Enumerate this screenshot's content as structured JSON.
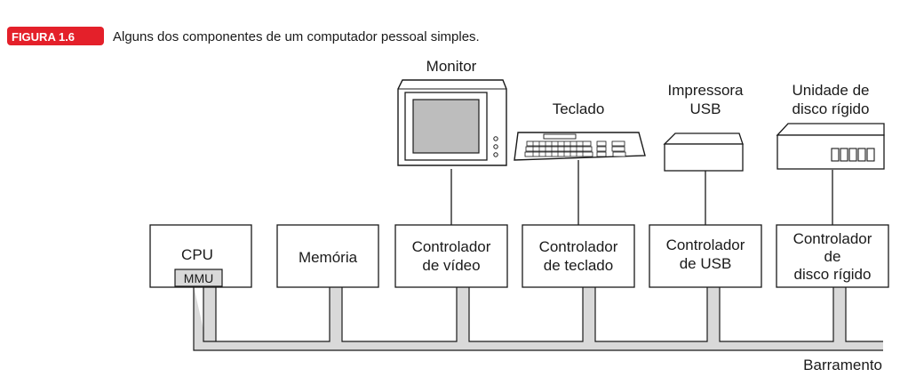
{
  "caption": {
    "tag": "FIGURA 1.6",
    "text": "Alguns dos componentes de um computador pessoal simples."
  },
  "devices": {
    "monitor": "Monitor",
    "keyboard": "Teclado",
    "printer": [
      "Impressora",
      "USB"
    ],
    "disk": [
      "Unidade de",
      "disco rígido"
    ]
  },
  "controllers": {
    "cpu": "CPU",
    "mmu": "MMU",
    "memory": "Memória",
    "video": [
      "Controlador",
      "de vídeo"
    ],
    "keyboard": [
      "Controlador",
      "de teclado"
    ],
    "usb": [
      "Controlador",
      "de USB"
    ],
    "disk": [
      "Controlador",
      "de",
      "disco rígido"
    ]
  },
  "bus": {
    "label": "Barramento"
  },
  "colors": {
    "tag_background": "#e4202a",
    "bus_fill": "#d9d9d9",
    "line": "#1a1a1a"
  }
}
